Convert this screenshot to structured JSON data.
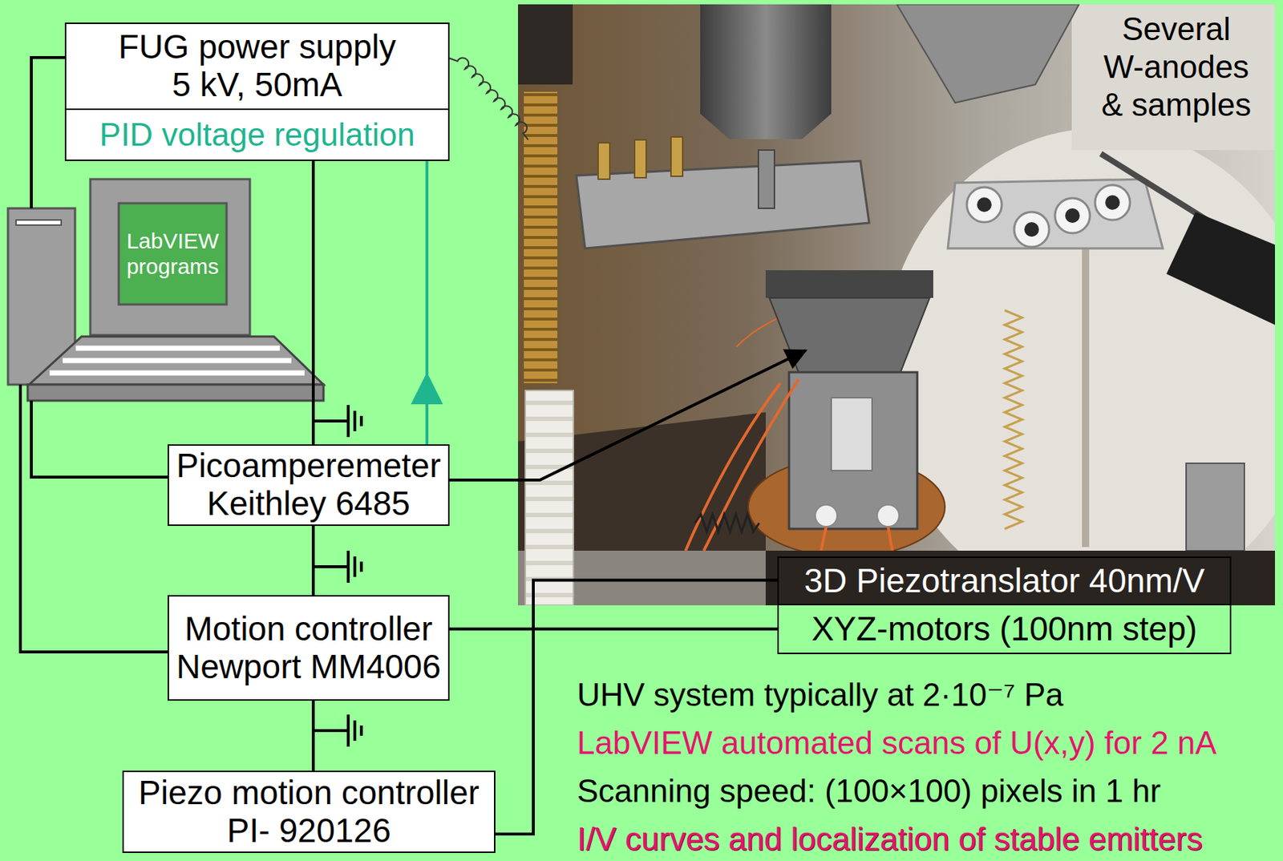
{
  "diagram": {
    "nodes": [
      {
        "text": [
          "FUG power supply 5 kV, 50mA",
          "PID voltage regulation"
        ]
      },
      {
        "text": [
          "LabVIEW programs"
        ]
      },
      {
        "text": [
          "Picoamperemeter Keithley 6485"
        ]
      },
      {
        "text": [
          "Motion controller Newport MM4006"
        ]
      },
      {
        "text": [
          "Piezo motion controller PI- 920126"
        ]
      },
      {
        "text": [
          "3D Piezotranslator 40nm/V"
        ]
      },
      {
        "text": [
          "XYZ-motors (100nm step)"
        ]
      }
    ],
    "edges": [
      {
        "from": 1,
        "to": 0,
        "arrow": "none"
      },
      {
        "from": 0,
        "to": 2,
        "arrow": "none"
      },
      {
        "from": 2,
        "to": 0,
        "arrow": "to"
      },
      {
        "from": 1,
        "to": 2,
        "arrow": "none"
      },
      {
        "from": 2,
        "to": 3,
        "arrow": "none"
      },
      {
        "from": 1,
        "to": 3,
        "arrow": "none"
      },
      {
        "from": 3,
        "to": 6,
        "arrow": "none"
      },
      {
        "from": 3,
        "to": 4,
        "arrow": "none"
      },
      {
        "from": 4,
        "to": 5,
        "arrow": "none"
      }
    ],
    "labels": [
      "Several W-anodes & samples",
      "UHV system typically at 2·10⁻⁷ Pa",
      "LabVIEW automated scans of U(x,y) for 2 nA",
      "Scanning speed: (100×100) pixels in 1 hr",
      "I/V curves and localization of stable emitters"
    ]
  }
}
